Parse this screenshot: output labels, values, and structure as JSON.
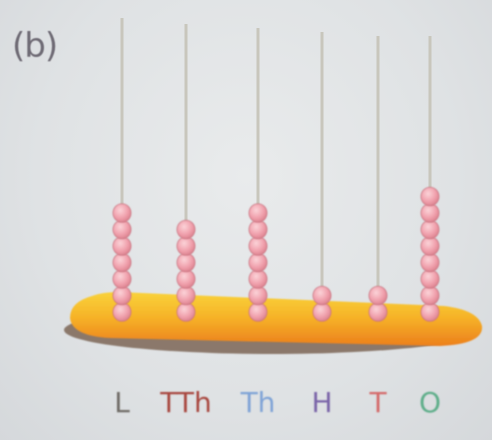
{
  "figure": {
    "panel_label": "(b)"
  },
  "abacus": {
    "bead_color": "#f0a0ac",
    "bead_outline": "#c9727f",
    "rod_color": "#c8c6bc",
    "base_colors": {
      "center": "#f7c62a",
      "edge": "#f08a1c",
      "shadow": "#8a6a5a"
    },
    "rods": [
      {
        "place": "L",
        "label": "L",
        "label_color": "#6f6b66",
        "beads": 7
      },
      {
        "place": "TTh",
        "label": "TTh",
        "label_color": "#a8473f",
        "beads": 6
      },
      {
        "place": "Th",
        "label": "Th",
        "label_color": "#7fa3d6",
        "beads": 7
      },
      {
        "place": "H",
        "label": "H",
        "label_color": "#7a64a8",
        "beads": 2
      },
      {
        "place": "T",
        "label": "T",
        "label_color": "#d46a6a",
        "beads": 2
      },
      {
        "place": "O",
        "label": "O",
        "label_color": "#5fae8a",
        "beads": 8
      }
    ]
  }
}
